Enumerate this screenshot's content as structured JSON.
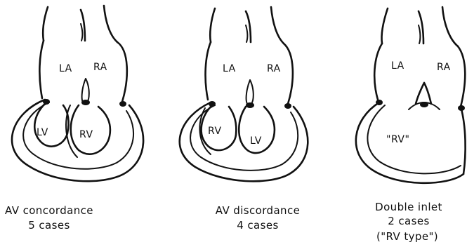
{
  "panels": [
    {
      "chambers": {
        "atrium_left": "LA",
        "atrium_right": "RA",
        "ventricle_left": "LV",
        "ventricle_right": "RV"
      },
      "caption": {
        "line1": "AV concordance",
        "line2": "5 cases"
      }
    },
    {
      "chambers": {
        "atrium_left": "LA",
        "atrium_right": "RA",
        "ventricle_left": "RV",
        "ventricle_right": "LV"
      },
      "caption": {
        "line1": "AV discordance",
        "line2": "4 cases"
      }
    },
    {
      "chambers": {
        "atrium_left": "LA",
        "atrium_right": "RA",
        "ventricle_single": "\"RV\""
      },
      "caption": {
        "line1": "Double inlet",
        "line2": "2 cases",
        "line3": "(\"RV type\")"
      }
    }
  ]
}
